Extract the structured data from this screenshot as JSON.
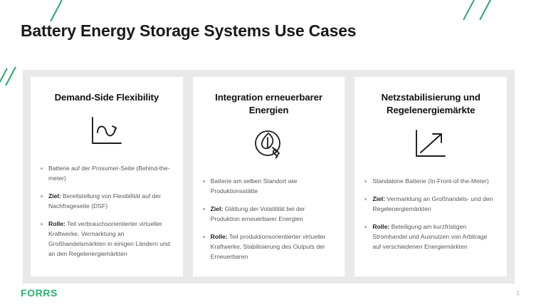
{
  "slide": {
    "title": "Battery Energy Storage Systems Use Cases",
    "accent_color": "#27a96a",
    "panel_bg": "#e9e9e9",
    "card_bg": "#ffffff"
  },
  "decorations": {
    "slash_icon_name": "green-slash",
    "top_left_count": 1,
    "top_right_count": 2,
    "left_count": 2
  },
  "cards": [
    {
      "title": "Demand-Side Flexibility",
      "icon": "wave-chart-arrow-icon",
      "bullets": [
        {
          "label": "",
          "text": "Batterie auf der Prosumer-Seite (Behind-the-meter)"
        },
        {
          "label": "Ziel:",
          "text": " Bereitstellung von Flexibilität auf der Nachfrageseite (DSF)"
        },
        {
          "label": "Rolle:",
          "text": " Teil verbrauchsorientierter virtueller Kraftwerke, Vermarktung an Großhandelsmärkten in einigen Ländern und an den Regelenergiemärkten"
        }
      ]
    },
    {
      "title": "Integration erneuerbarer Energien",
      "icon": "leaf-plug-circle-icon",
      "bullets": [
        {
          "label": "",
          "text": "Batterie am selben Standort wie Produktionsstätte"
        },
        {
          "label": "Ziel:",
          "text": " Glättung der Volatilität bei der Produktion erneuerbarer Energien"
        },
        {
          "label": "Rolle:",
          "text": " Teil produktionsorientierter virtueller Kraftwerke, Stabilisierung des Outputs der Erneuerbaren"
        }
      ]
    },
    {
      "title": "Netzstabilisierung und Regelenergiemärkte",
      "icon": "rising-arrow-chart-icon",
      "bullets": [
        {
          "label": "",
          "text": "Standalone Batterie (In-Front-of-the-Meter)"
        },
        {
          "label": "Ziel:",
          "text": " Vermarktung an Großhandels- und den Regelenergiemärkten"
        },
        {
          "label": "Rolle:",
          "text": " Beteiligung am kurzfristigen Stromhandel und Ausnutzen von Arbitrage auf verschiedenen Energiemärkten"
        }
      ]
    }
  ],
  "footer": {
    "logo": "FORRS",
    "page_number": "1"
  }
}
